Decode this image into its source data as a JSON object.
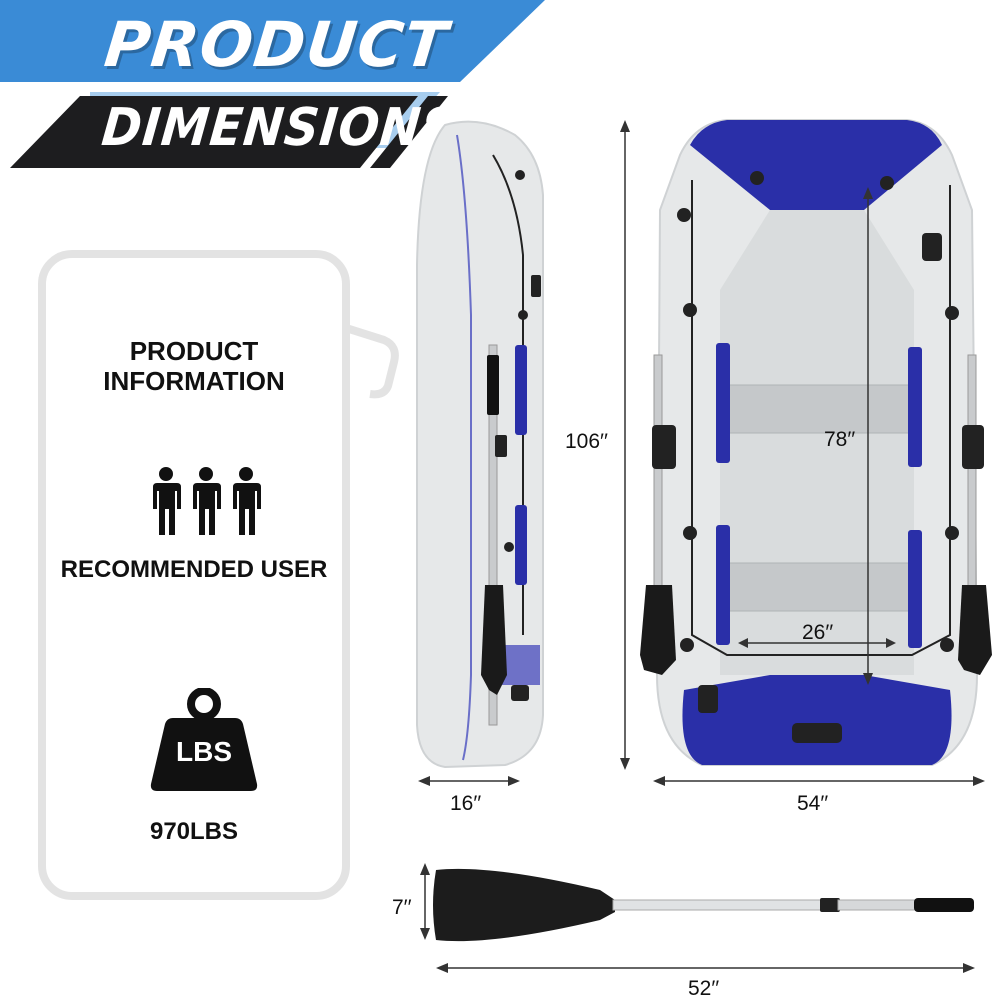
{
  "header": {
    "title_line1": "PRODUCT",
    "title_line2": "DIMENSIONS",
    "accent_color": "#3a8bd6",
    "dark_color": "#1d1d1f"
  },
  "info_panel": {
    "title": "PRODUCT INFORMATION",
    "recommended_label": "RECOMMENDED USER",
    "recommended_icon": "three-people-icon",
    "weight_icon": "weight-icon",
    "weight_icon_text": "LBS",
    "weight_value": "970LBS"
  },
  "dimensions": {
    "side_height": "106′′",
    "side_width": "16′′",
    "top_width": "54′′",
    "inner_length": "78′′",
    "inner_width": "26′′",
    "oar_blade_width": "7′′",
    "oar_length": "52′′"
  },
  "colors": {
    "boat_body": "#e6e8e9",
    "boat_blue": "#2a2fa8",
    "seat": "#c5c8ca",
    "floor": "#d9dcdd"
  }
}
